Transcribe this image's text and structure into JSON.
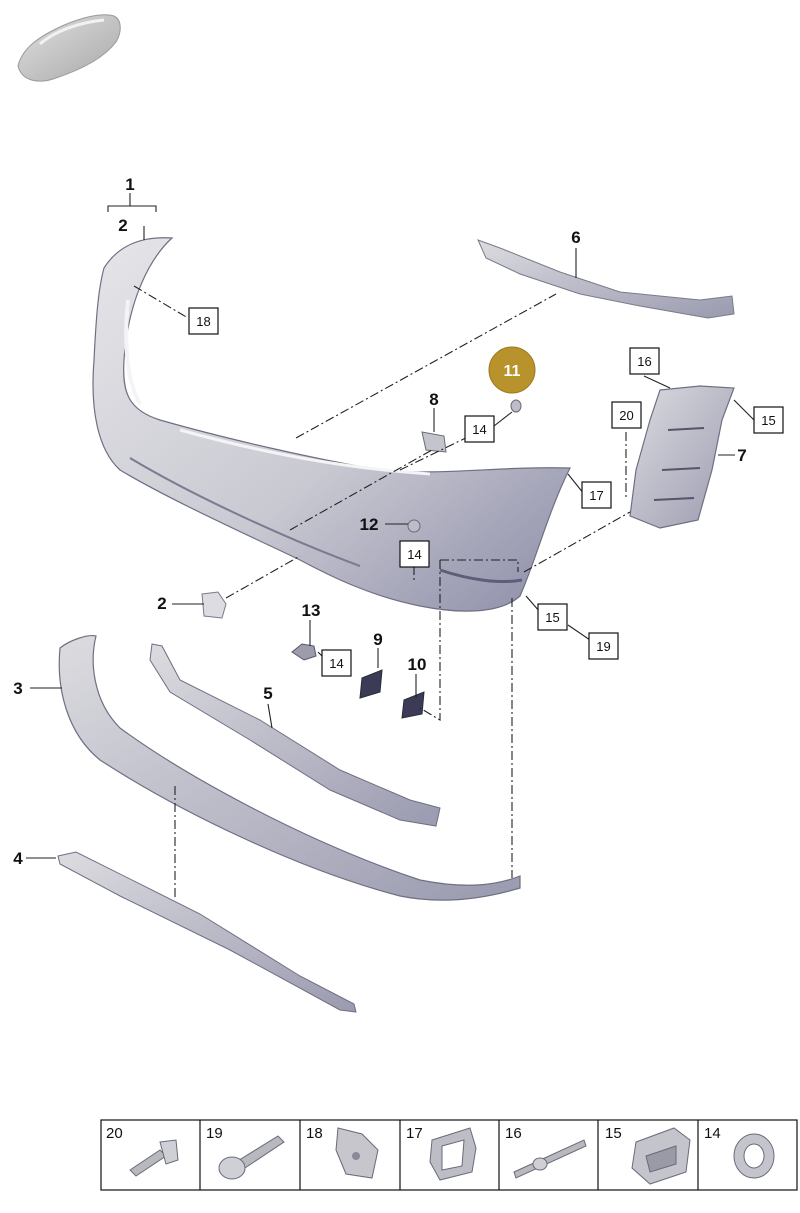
{
  "callouts": {
    "c1": "1",
    "c2a": "2",
    "c2b": "2",
    "c3": "3",
    "c4": "4",
    "c5": "5",
    "c6": "6",
    "c7": "7",
    "c8": "8",
    "c9": "9",
    "c10": "10",
    "c11": "11",
    "c12": "12",
    "c13": "13"
  },
  "boxes": {
    "b18": "18",
    "b14a": "14",
    "b14b": "14",
    "b14c": "14",
    "b16": "16",
    "b20": "20",
    "b15a": "15",
    "b15b": "15",
    "b17": "17",
    "b19": "19"
  },
  "highlight": {
    "label": "11",
    "color": "#b8922a"
  },
  "fastener_strip": [
    {
      "number": "20",
      "icon": "push-rivet-icon"
    },
    {
      "number": "19",
      "icon": "bolt-icon"
    },
    {
      "number": "18",
      "icon": "clip-nut-icon"
    },
    {
      "number": "17",
      "icon": "retainer-clip-icon"
    },
    {
      "number": "16",
      "icon": "screw-icon"
    },
    {
      "number": "15",
      "icon": "expansion-nut-icon"
    },
    {
      "number": "14",
      "icon": "ring-icon"
    }
  ]
}
